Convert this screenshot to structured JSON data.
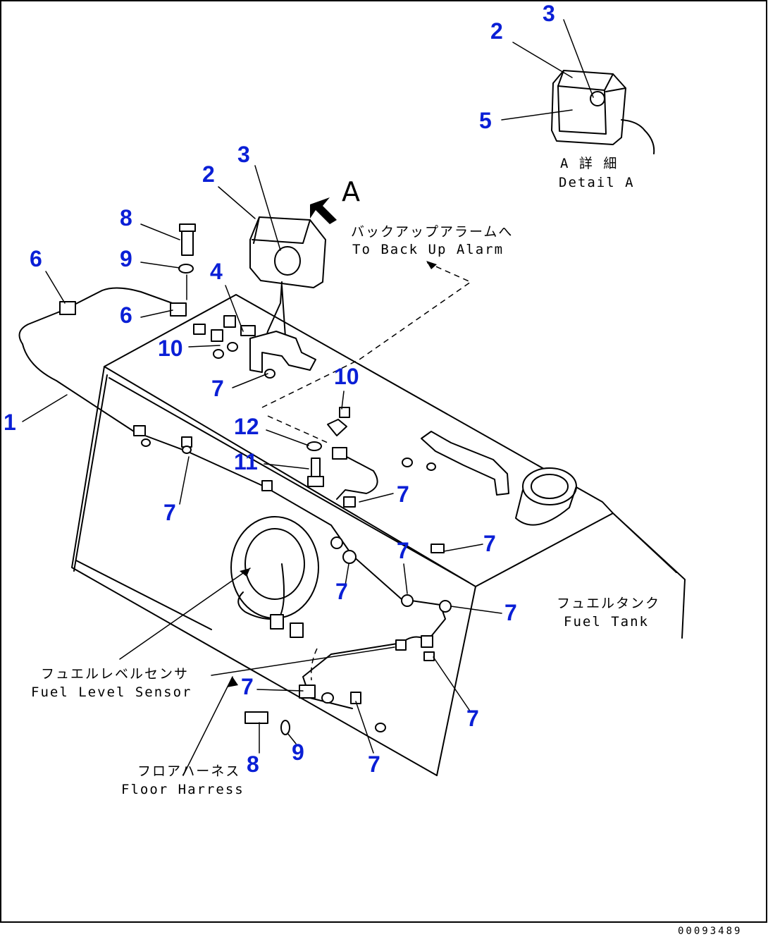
{
  "drawing_code": "00093489",
  "detail_marker": "A",
  "notes": {
    "detail_a_jp": "A 詳 細",
    "detail_a_en": "Detail A",
    "backup_alarm_jp": "バックアップアラームへ",
    "backup_alarm_en": "To Back Up Alarm",
    "fuel_tank_jp": "フュエルタンク",
    "fuel_tank_en": "Fuel Tank",
    "fuel_level_sensor_jp": "フュエルレベルセンサ",
    "fuel_level_sensor_en": "Fuel Level Sensor",
    "floor_harness_jp": "フロアハーネス",
    "floor_harness_en": "Floor Harress"
  },
  "callouts": [
    {
      "id": "c-detail-2",
      "label": "2"
    },
    {
      "id": "c-detail-3",
      "label": "3"
    },
    {
      "id": "c-detail-5",
      "label": "5"
    },
    {
      "id": "c-main-3",
      "label": "3"
    },
    {
      "id": "c-main-2",
      "label": "2"
    },
    {
      "id": "c-8-top",
      "label": "8"
    },
    {
      "id": "c-9-top",
      "label": "9"
    },
    {
      "id": "c-6-left",
      "label": "6"
    },
    {
      "id": "c-6-mid",
      "label": "6"
    },
    {
      "id": "c-4",
      "label": "4"
    },
    {
      "id": "c-10-top",
      "label": "10"
    },
    {
      "id": "c-7-a",
      "label": "7"
    },
    {
      "id": "c-1",
      "label": "1"
    },
    {
      "id": "c-10-mid",
      "label": "10"
    },
    {
      "id": "c-12",
      "label": "12"
    },
    {
      "id": "c-11",
      "label": "11"
    },
    {
      "id": "c-7-b",
      "label": "7"
    },
    {
      "id": "c-7-c",
      "label": "7"
    },
    {
      "id": "c-7-d",
      "label": "7"
    },
    {
      "id": "c-7-e",
      "label": "7"
    },
    {
      "id": "c-7-f",
      "label": "7"
    },
    {
      "id": "c-7-g",
      "label": "7"
    },
    {
      "id": "c-7-h",
      "label": "7"
    },
    {
      "id": "c-7-i",
      "label": "7"
    },
    {
      "id": "c-7-j",
      "label": "7"
    },
    {
      "id": "c-8-bot",
      "label": "8"
    },
    {
      "id": "c-9-bot",
      "label": "9"
    }
  ]
}
